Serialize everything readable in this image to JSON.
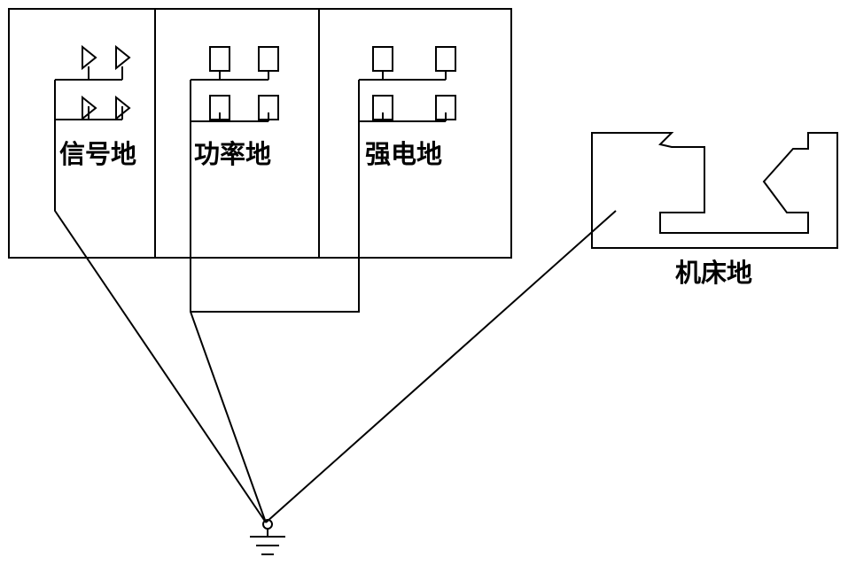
{
  "labels": {
    "signal_ground": "信号地",
    "power_ground": "功率地",
    "strong_ground": "强电地",
    "machine_ground": "机床地"
  }
}
